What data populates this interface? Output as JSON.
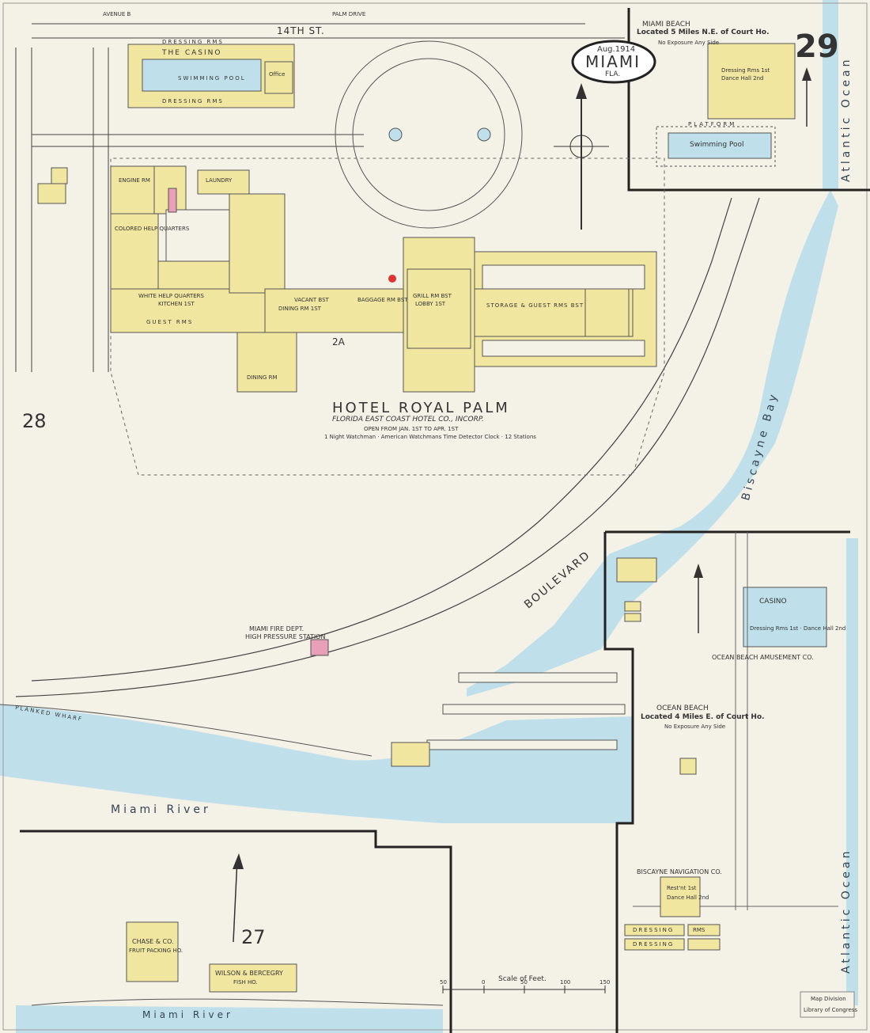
{
  "header": {
    "sheet_number": "29",
    "date": "Aug.1914",
    "city": "MIAMI",
    "state": "FLA."
  },
  "streets": {
    "fourteenth_st": "14TH ST.",
    "avenue_b": "AVENUE B",
    "palm_drive": "PALM DRIVE",
    "boulevard": "BOULEVARD"
  },
  "adjacent_sheets": {
    "left": "28",
    "bottom": "27"
  },
  "miami_beach": {
    "title": "MIAMI BEACH",
    "subtitle": "Located 5 Miles N.E. of Court Ho.",
    "note": "No Exposure Any Side",
    "dressing": "Dressing Rms 1st",
    "dance": "Dance Hall 2nd",
    "platform": "PLATFORM",
    "pool": "Swimming Pool"
  },
  "casino_pool": {
    "name": "THE CASINO",
    "pool": "SWIMMING POOL",
    "dressing_top": "DRESSING RMS",
    "dressing_bottom": "DRESSING RMS",
    "office": "Office"
  },
  "hotel": {
    "name": "HOTEL ROYAL PALM",
    "owner": "FLORIDA EAST COAST HOTEL CO., INCORP.",
    "season": "OPEN FROM JAN. 1ST TO APR. 1ST",
    "notes": "1 Night Watchman · American Watchmans Time Detector Clock · 12 Stations",
    "laundry": "LAUNDRY",
    "dining": "DINING RM 1ST",
    "vacant": "VACANT BST",
    "baggage": "BAGGAGE RM BST",
    "grill": "GRILL RM BST",
    "lobby": "LOBBY 1ST",
    "storage": "STORAGE & GUEST RMS BST",
    "guest": "GUEST RMS",
    "help": "WHITE HELP QUARTERS",
    "kitchen": "KITCHEN 1ST",
    "dining2": "DINING RM",
    "colored": "COLORED HELP QUARTERS",
    "engine": "ENGINE RM",
    "section": "2A"
  },
  "fire_dept": {
    "name": "MIAMI FIRE DEPT.",
    "sub": "HIGH PRESSURE STATION"
  },
  "ocean_beach": {
    "title": "OCEAN BEACH",
    "subtitle": "Located 4 Miles E. of Court Ho.",
    "note": "No Exposure Any Side",
    "casino": "CASINO",
    "casino_detail": "Dressing Rms 1st · Dance Hall 2nd",
    "amusement": "OCEAN BEACH AMUSEMENT CO."
  },
  "biscayne_nav": {
    "name": "BISCAYNE NAVIGATION CO.",
    "rest": "Rest'nt 1st",
    "dance": "Dance Hall 2nd",
    "dressing1": "DRESSING",
    "dressing2": "DRESSING",
    "rms": "RMS"
  },
  "chase": {
    "name": "CHASE & CO.",
    "sub": "FRUIT PACKING HO."
  },
  "wilson": {
    "name": "WILSON & BERCEGRY",
    "sub": "FISH HO."
  },
  "water": {
    "miami_river": "Miami  River",
    "miami_river2": "Miami River",
    "biscayne_bay": "Biscayne Bay",
    "atlantic_ocean": "Atlantic Ocean",
    "atlantic_ocean2": "Atlantic Ocean",
    "planked_wharf": "PLANKED WHARF"
  },
  "scale": {
    "label": "Scale of Feet.",
    "ticks": [
      "50",
      "0",
      "50",
      "100",
      "150"
    ]
  },
  "stamp": {
    "line1": "Map Division",
    "line2": "Library of Congress"
  },
  "colors": {
    "paper": "#f4f1e6",
    "frame_yellow": "#f1e6a0",
    "brick_pink": "#e8a0b8",
    "water_blue": "#bfe0ea",
    "line": "#333333"
  }
}
